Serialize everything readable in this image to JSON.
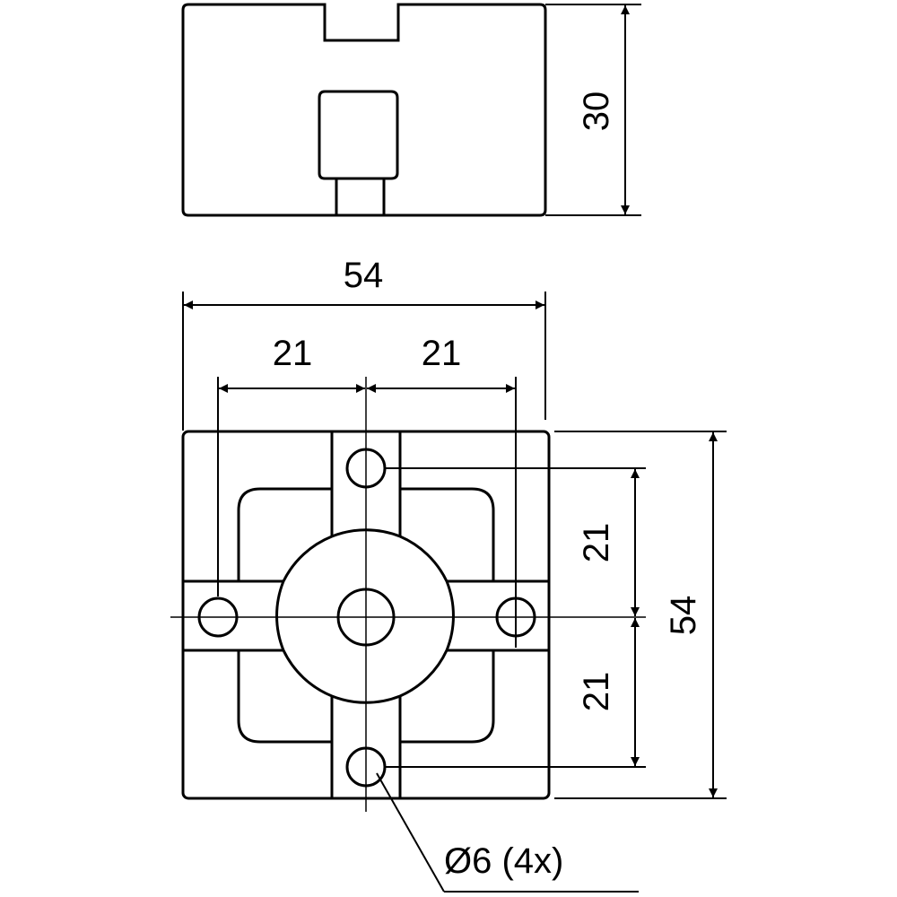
{
  "dimensions": {
    "height": "30",
    "width_total": "54",
    "pitch_left": "21",
    "pitch_right": "21",
    "pitch_top": "21",
    "pitch_bottom": "21",
    "depth_total": "54",
    "hole_callout": "Ø6 (4x)"
  }
}
